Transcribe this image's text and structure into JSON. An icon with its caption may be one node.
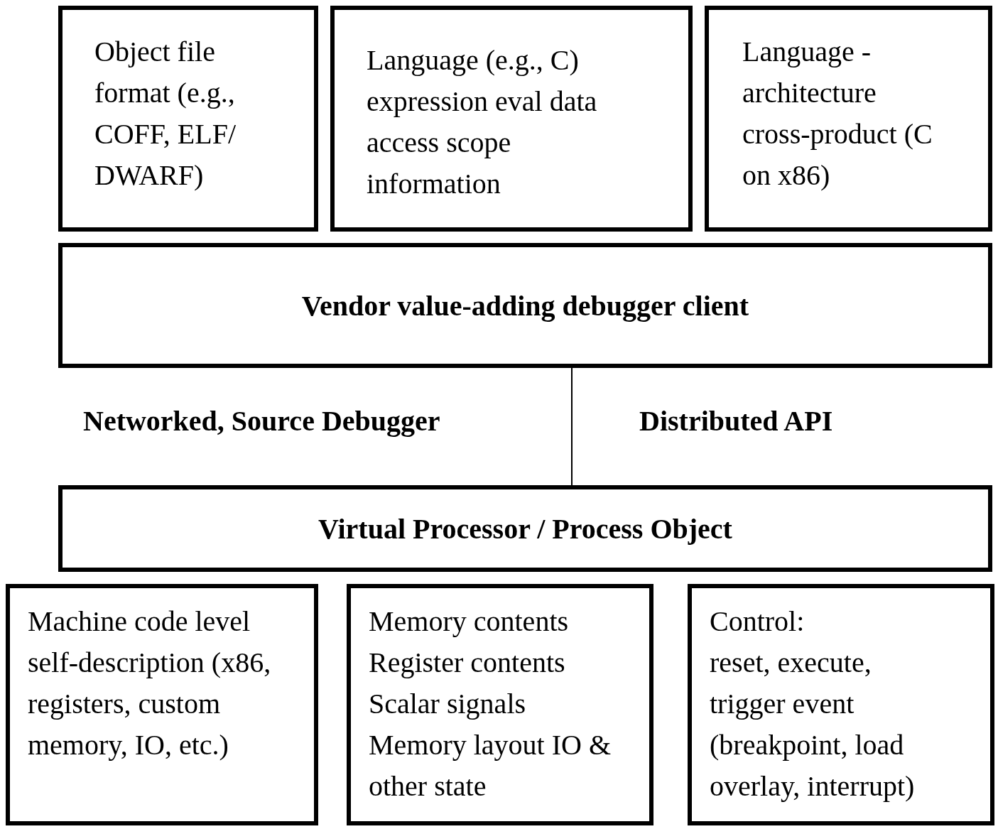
{
  "diagram": {
    "nodes": [
      {
        "text": [
          "Object file format (e.g., COFF, ELF/ DWARF)"
        ]
      },
      {
        "text": [
          "Language (e.g., C) expression eval data access scope information"
        ]
      },
      {
        "text": [
          "Language - architecture cross-product (C on x86)"
        ]
      },
      {
        "text": [
          "Vendor value-adding debugger client"
        ]
      },
      {
        "text": [
          "Virtual Processor / Process Object"
        ]
      },
      {
        "text": [
          "Machine code level self-description (x86, registers, custom memory, IO, etc.)"
        ]
      },
      {
        "text": [
          "Memory contents Register contents Scalar signals Memory layout IO & other state"
        ]
      },
      {
        "text": [
          "Control:",
          "reset, execute, trigger event (breakpoint, load overlay, interrupt)"
        ]
      }
    ],
    "edges": [
      {
        "from": 3,
        "to": 4,
        "arrow": "none"
      }
    ],
    "labels": [
      "Networked, Source Debugger",
      "Distributed API"
    ]
  }
}
